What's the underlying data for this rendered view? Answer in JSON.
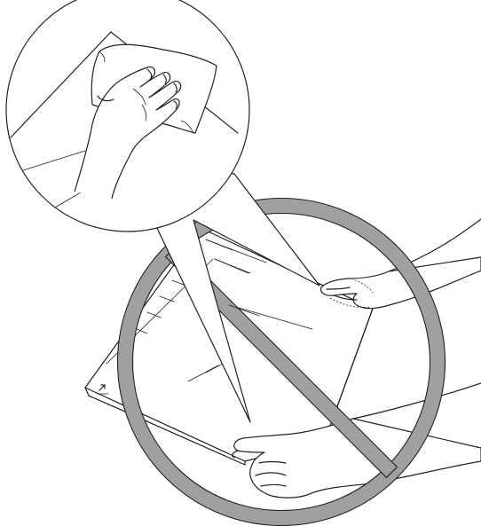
{
  "figure": {
    "kind": "instructional-line-illustration",
    "elements": [
      "magnified-callout",
      "hand-wiping-with-cloth",
      "carrier-sheet",
      "two-hands-holding-sheet",
      "prohibition-sign"
    ],
    "colors": {
      "line": "#231f20",
      "prohibition_sign": "#a0a0a0",
      "background": "#ffffff"
    }
  }
}
